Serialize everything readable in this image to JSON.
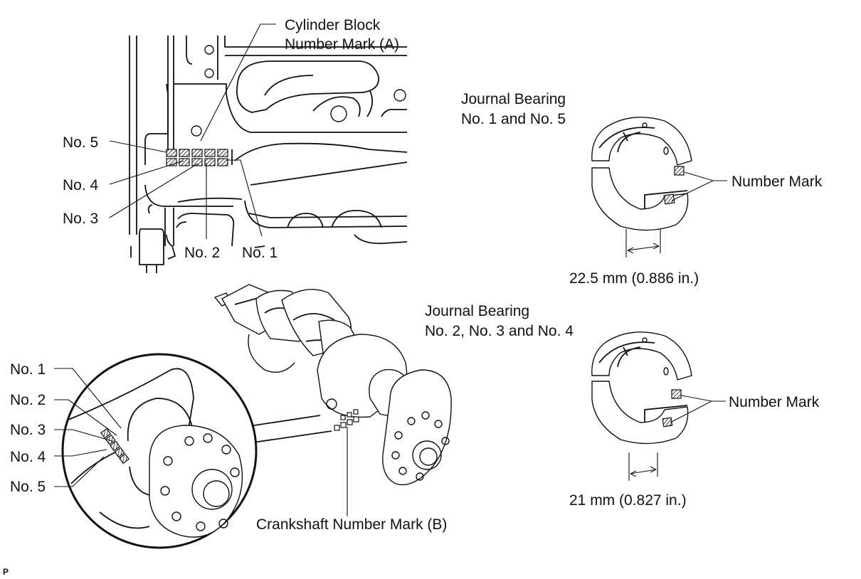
{
  "engine_block": {
    "number_mark_label": "Cylinder Block\nNumber Mark (A)",
    "positions": [
      "No. 5",
      "No. 4",
      "No. 3",
      "No. 2",
      "No. 1"
    ]
  },
  "crankshaft": {
    "number_mark_label": "Crankshaft Number Mark (B)",
    "positions": [
      "No. 1",
      "No. 2",
      "No. 3",
      "No. 4",
      "No. 5"
    ]
  },
  "bearings": [
    {
      "title": "Journal Bearing\nNo. 1 and No. 5",
      "mark_label": "Number Mark",
      "width_label": "22.5 mm (0.886 in.)"
    },
    {
      "title": "Journal Bearing\nNo. 2, No. 3 and No. 4",
      "mark_label": "Number Mark",
      "width_label": "21 mm (0.827 in.)"
    }
  ],
  "figure_code": "P"
}
